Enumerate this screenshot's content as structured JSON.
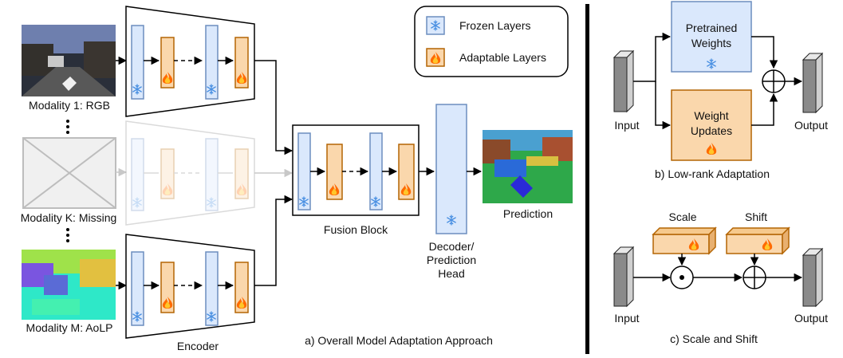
{
  "legend": {
    "frozen": "Frozen Layers",
    "adaptable": "Adaptable Layers"
  },
  "modalities": {
    "rgb": "Modality 1: RGB",
    "missing": "Modality K: Missing",
    "aolp": "Modality M: AoLP"
  },
  "labels": {
    "encoder": "Encoder",
    "fusion": "Fusion Block",
    "decoder_l1": "Decoder/",
    "decoder_l2": "Prediction",
    "decoder_l3": "Head",
    "prediction": "Prediction",
    "overall": "a) Overall Model Adaptation Approach"
  },
  "lora": {
    "input": "Input",
    "output": "Output",
    "pretrained_l1": "Pretrained",
    "pretrained_l2": "Weights",
    "updates_l1": "Weight",
    "updates_l2": "Updates",
    "caption": "b) Low-rank Adaptation"
  },
  "scaleshift": {
    "scale": "Scale",
    "shift": "Shift",
    "input": "Input",
    "output": "Output",
    "caption": "c) Scale and Shift"
  },
  "icons": {
    "frozen": "snowflake-icon",
    "adaptable": "flame-icon"
  },
  "colors": {
    "frozen_fill": "#dae8fc",
    "frozen_stroke": "#6c8ebf",
    "adapt_fill": "#fad7ac",
    "adapt_stroke": "#b46504",
    "snow": "#4a90e2"
  }
}
